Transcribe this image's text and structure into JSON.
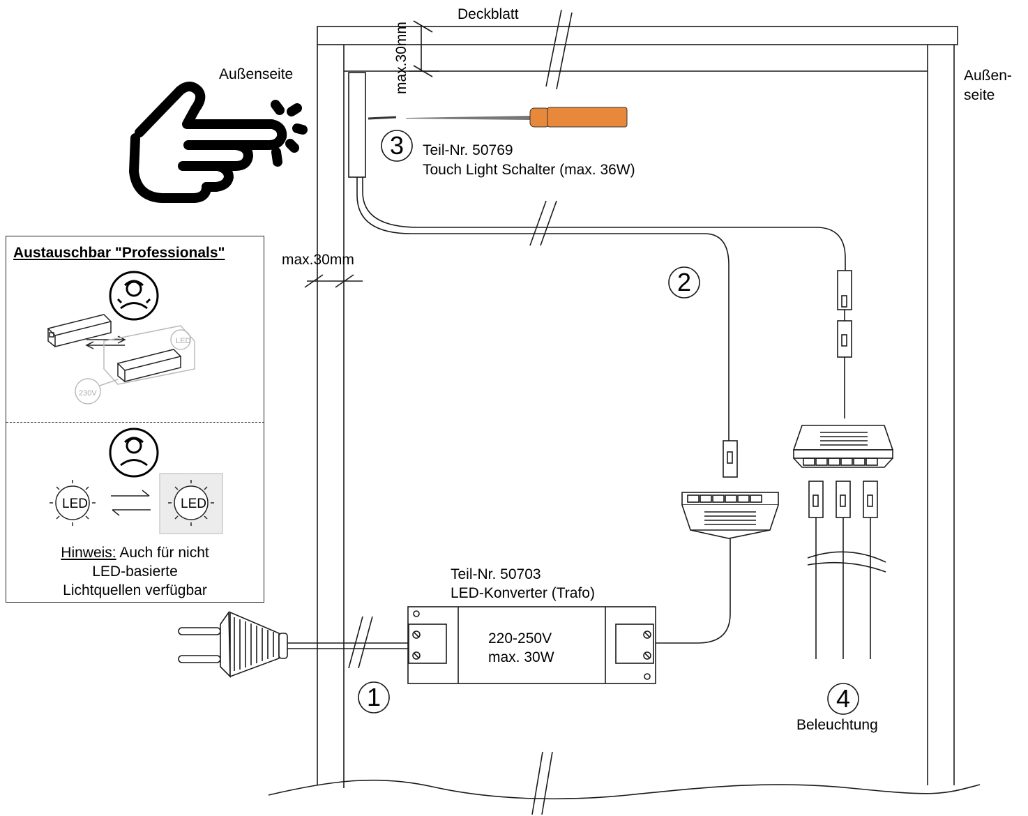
{
  "labels": {
    "deckblatt": "Deckblatt",
    "aussenseite_left": "Außenseite",
    "aussenseite_right_line1": "Außen-",
    "aussenseite_right_line2": "seite",
    "max_top": "max.30mm",
    "max_side": "max.30mm",
    "switch_part": "Teil-Nr. 50769",
    "switch_name": "Touch Light Schalter (max. 36W)",
    "converter_part": "Teil-Nr. 50703",
    "converter_name": "LED-Konverter (Trafo)",
    "converter_voltage": "220-250V",
    "converter_power": "max. 30W",
    "beleuchtung": "Beleuchtung"
  },
  "steps": [
    "1",
    "2",
    "3",
    "4"
  ],
  "info_box": {
    "title": "Austauschbar \"Professionals\"",
    "label_230v": "230V",
    "label_led_small": "LED",
    "led_left": "LED",
    "led_right": "LED",
    "hint_prefix": "Hinweis:",
    "hint_line1": " Auch für nicht",
    "hint_line2": "LED-basierte",
    "hint_line3": "Lichtquellen verfügbar"
  },
  "icons": [
    "touch-hand-icon",
    "screwdriver-icon",
    "technician-icon",
    "plug-icon",
    "distributor-icon",
    "connector-icon",
    "led-icon",
    "swap-arrows-icon"
  ],
  "colors": {
    "screwdriver_handle": "#e8883a",
    "line": "#1a1a1a"
  }
}
